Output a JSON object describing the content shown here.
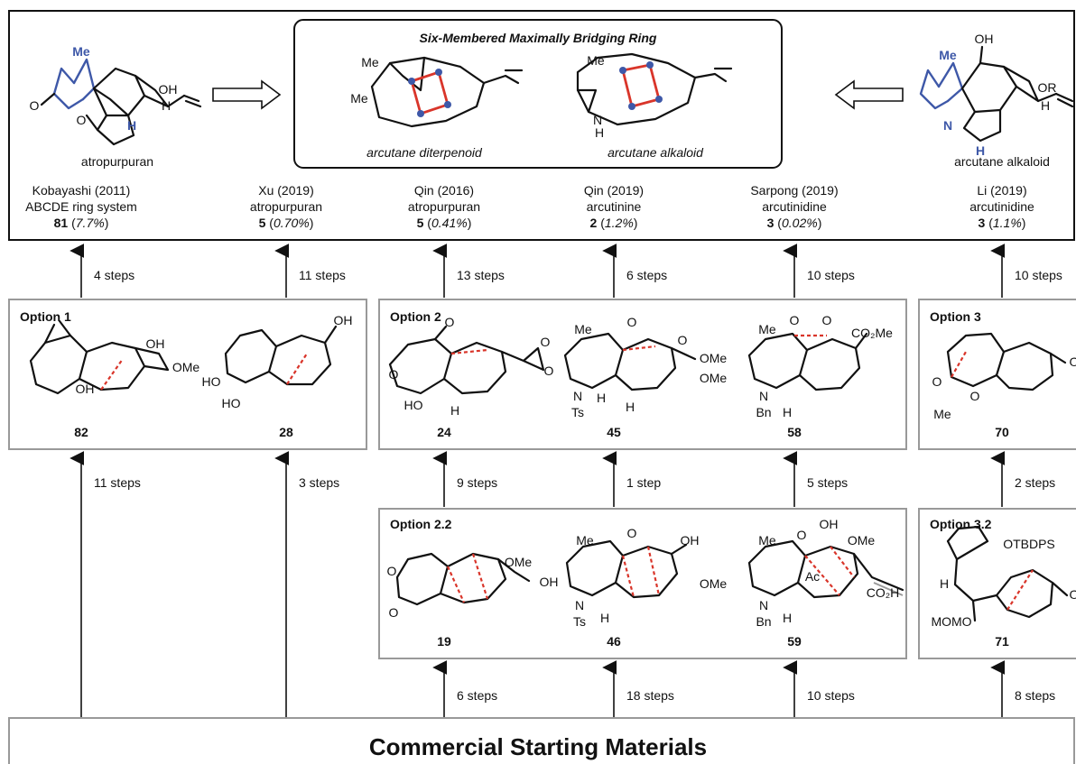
{
  "top_box": {
    "left_caption": "atropurpuran",
    "right_caption": "arcutane alkaloid",
    "center_title": "Six-Membered Maximally Bridging Ring",
    "center_left_caption": "arcutane diterpenoid",
    "center_right_caption": "arcutane alkaloid"
  },
  "syntheses": [
    {
      "line1": "Kobayashi (2011)",
      "line2": "ABCDE ring system",
      "compound": "81",
      "yield": "7.7%"
    },
    {
      "line1": "Xu (2019)",
      "line2": "atropurpuran",
      "compound": "5",
      "yield": "0.70%"
    },
    {
      "line1": "Qin (2016)",
      "line2": "atropurpuran",
      "compound": "5",
      "yield": "0.41%"
    },
    {
      "line1": "Qin (2019)",
      "line2": "arcutinine",
      "compound": "2",
      "yield": "1.2%"
    },
    {
      "line1": "Sarpong (2019)",
      "line2": "arcutinidine",
      "compound": "3",
      "yield": "0.02%"
    },
    {
      "line1": "Li (2019)",
      "line2": "arcutinidine",
      "compound": "3",
      "yield": "1.1%"
    }
  ],
  "steps_upper": [
    "4 steps",
    "11 steps",
    "13 steps",
    "6 steps",
    "10 steps",
    "10 steps"
  ],
  "options": {
    "option1": {
      "label": "Option 1",
      "compounds": [
        "82",
        "28"
      ]
    },
    "option2": {
      "label": "Option 2",
      "compounds": [
        "24",
        "45",
        "58"
      ]
    },
    "option3": {
      "label": "Option 3",
      "compounds": [
        "70"
      ]
    },
    "option22": {
      "label": "Option 2.2",
      "compounds": [
        "19",
        "46",
        "59"
      ]
    },
    "option32": {
      "label": "Option 3.2",
      "compounds": [
        "71"
      ]
    }
  },
  "steps_middle": [
    "11 steps",
    "3 steps",
    "9 steps",
    "1 step",
    "5 steps",
    "2 steps"
  ],
  "steps_lower": [
    "6 steps",
    "18 steps",
    "10 steps",
    "8 steps"
  ],
  "atoms": {
    "me": "Me",
    "oh": "OH",
    "o": "O",
    "h": "H",
    "or": "OR",
    "n": "N",
    "nh": "NH",
    "ome": "OMe",
    "ho": "HO",
    "ts": "Ts",
    "bn": "Bn",
    "co2me": "CO₂Me",
    "co2h": "CO₂H",
    "ac": "Ac",
    "otbdps": "OTBDPS",
    "momo": "MOMO"
  },
  "footer": {
    "label": "Commercial Starting Materials"
  }
}
